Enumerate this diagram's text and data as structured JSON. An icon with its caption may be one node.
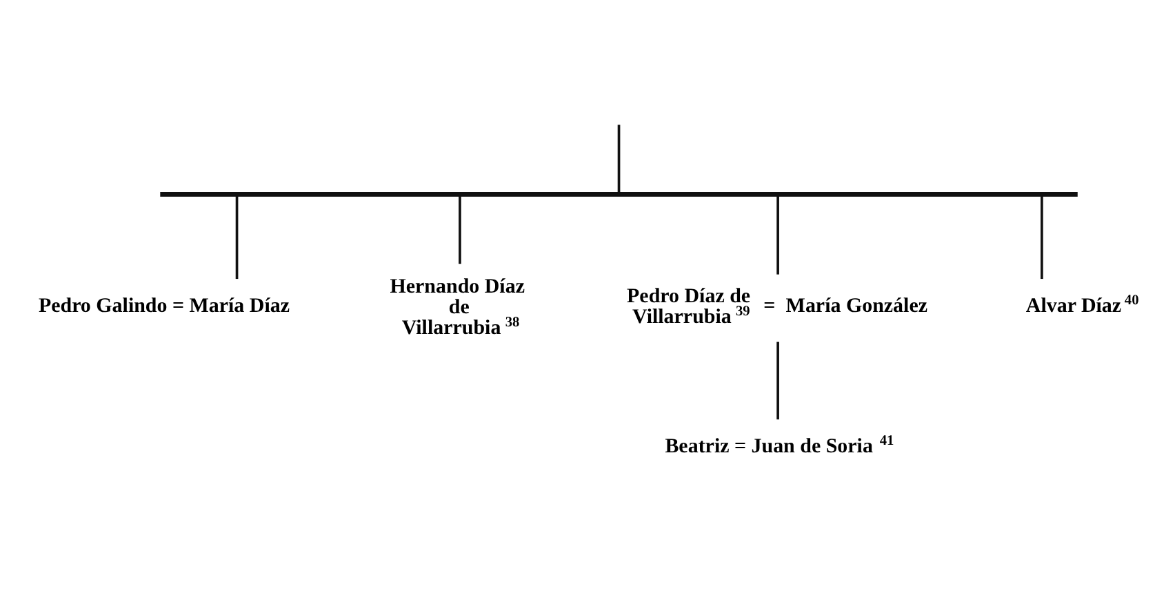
{
  "diagram": {
    "nodes": [
      {
        "text": [],
        "shape": "bar"
      },
      {
        "text": [
          "Pedro Galindo = María Díaz"
        ]
      },
      {
        "text": [
          "Hernando Díaz de Villarrubia$^{38}$"
        ]
      },
      {
        "text": [
          "Pedro Díaz de Villarrubia$^{39}$",
          "=",
          "María González"
        ]
      },
      {
        "text": [
          "Alvar Díaz$^{40}$"
        ]
      },
      {
        "text": [
          "Beatriz = Juan de Soria$^{41}$"
        ]
      }
    ],
    "edges": [
      {
        "from": null,
        "to": 0,
        "arrow": "none"
      },
      {
        "from": 0,
        "to": 1,
        "arrow": "none"
      },
      {
        "from": 0,
        "to": 2,
        "arrow": "none"
      },
      {
        "from": 0,
        "to": 3,
        "arrow": "none"
      },
      {
        "from": 0,
        "to": 4,
        "arrow": "none"
      },
      {
        "from": 3,
        "to": 5,
        "arrow": "none"
      }
    ]
  }
}
